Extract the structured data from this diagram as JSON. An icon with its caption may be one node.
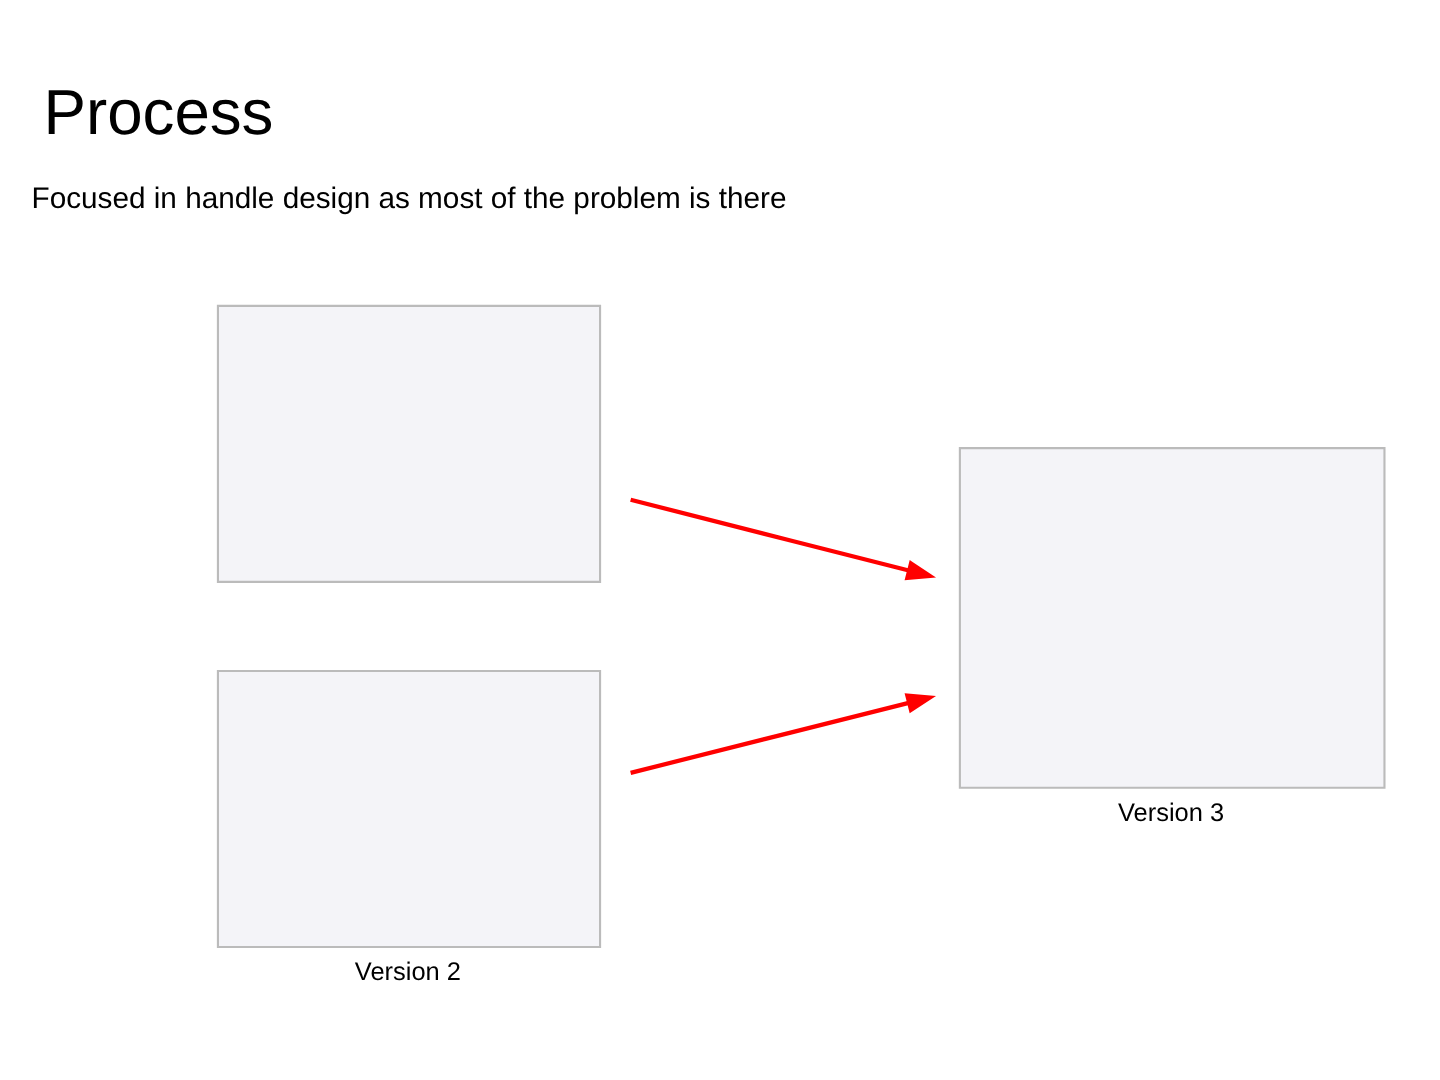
{
  "diagram": {
    "title": "Process",
    "nodes": [
      {
        "text": [],
        "shape": "box"
      },
      {
        "text": [],
        "shape": "box",
        "beside": [
          "Version 2"
        ]
      },
      {
        "text": [],
        "shape": "box",
        "beside": [
          "Version 3"
        ]
      }
    ],
    "edges": [
      {
        "from": 0,
        "to": 2,
        "arrow": "to",
        "color": "#ff0000"
      },
      {
        "from": 1,
        "to": 2,
        "arrow": "to",
        "color": "#ff0000"
      }
    ],
    "labels": [
      "Focused in handle design as most of the problem is there"
    ]
  }
}
